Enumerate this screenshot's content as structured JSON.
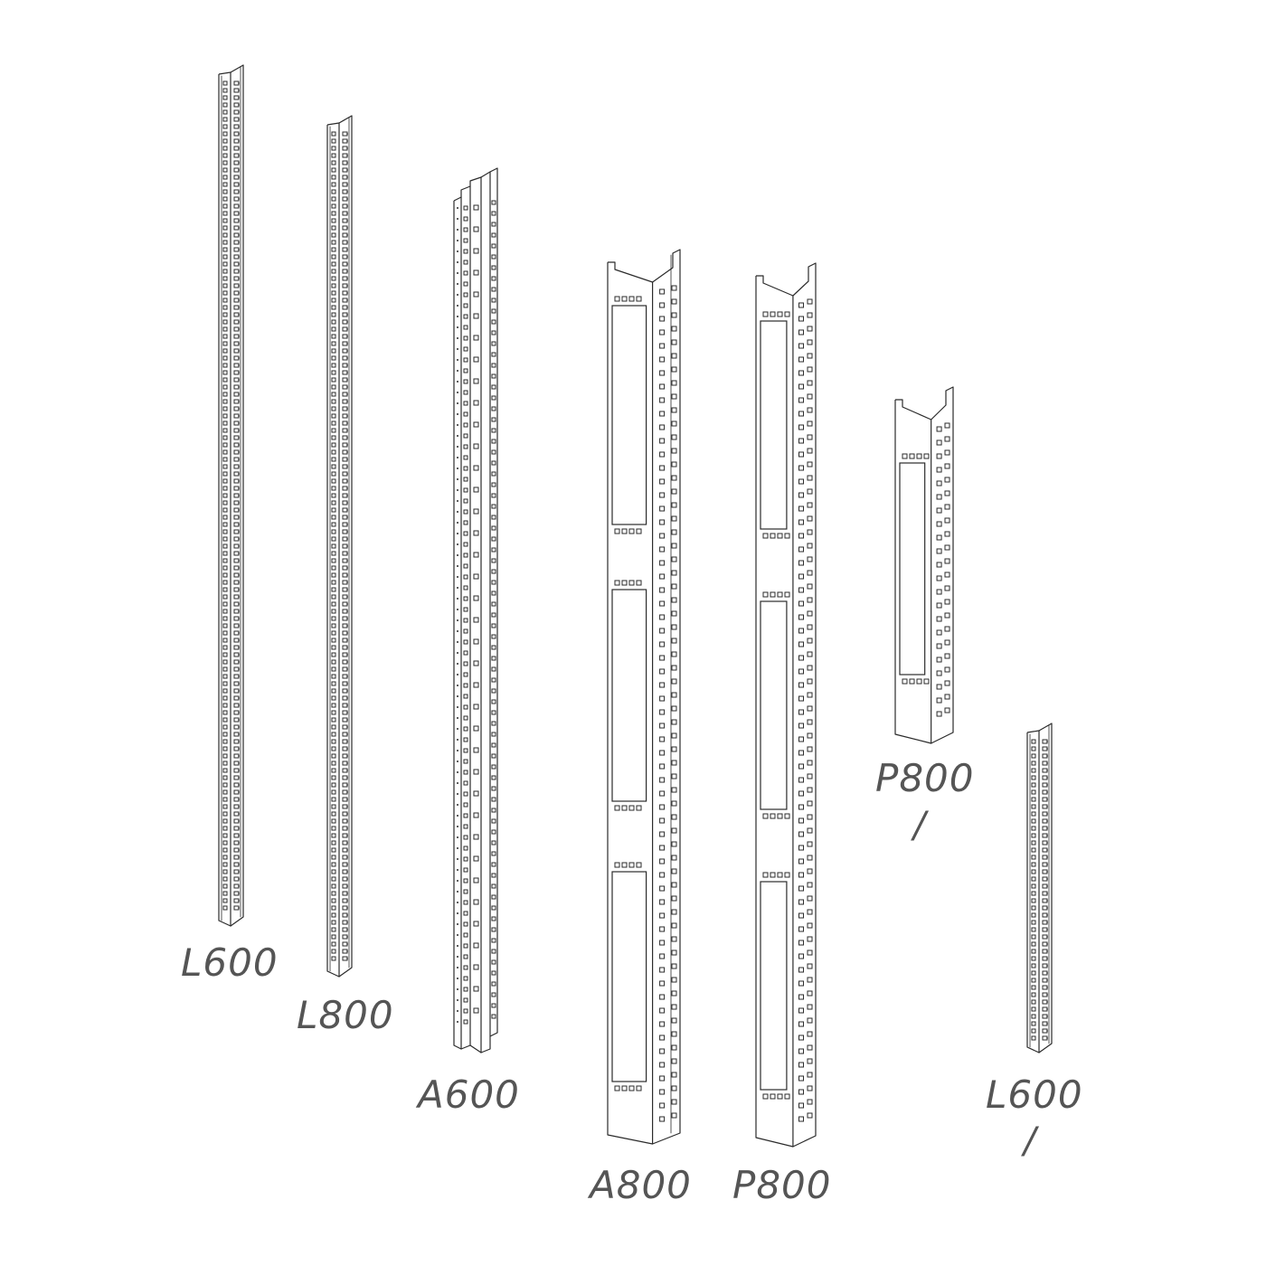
{
  "colors": {
    "line": "#2b2b2b",
    "label": "#555555",
    "background": "#ffffff"
  },
  "rails": [
    {
      "id": "rail-l600",
      "type": "angle",
      "label": "L600",
      "annotation": ""
    },
    {
      "id": "rail-l800",
      "type": "angle",
      "label": "L800",
      "annotation": ""
    },
    {
      "id": "rail-a600",
      "type": "channel",
      "label": "A600",
      "annotation": ""
    },
    {
      "id": "rail-a800",
      "type": "slotted-channel",
      "label": "A800",
      "annotation": ""
    },
    {
      "id": "rail-p800",
      "type": "slotted-profile",
      "label": "P800",
      "annotation": ""
    },
    {
      "id": "rail-p800-short",
      "type": "slotted-profile-short",
      "label": "P800",
      "annotation": "/"
    },
    {
      "id": "rail-l600-short",
      "type": "angle-short",
      "label": "L600",
      "annotation": "/"
    }
  ]
}
